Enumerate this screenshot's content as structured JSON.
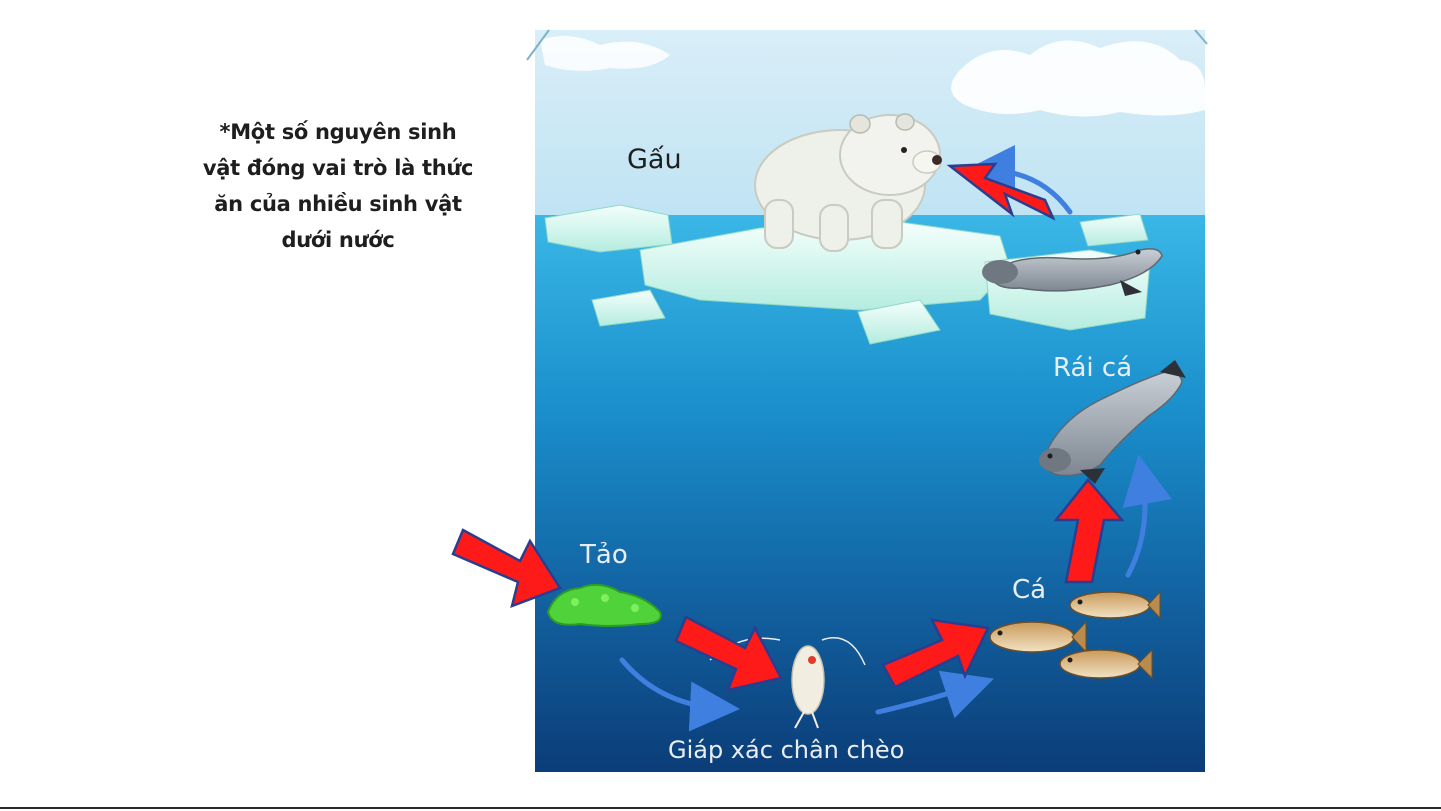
{
  "caption": {
    "lines": [
      "*Một số nguyên sinh",
      "vật đóng vai trò là thức",
      "ăn của nhiều sinh vật",
      "dưới nước"
    ]
  },
  "diagram": {
    "labels": {
      "bear": "Gấu",
      "otter": "Rái cá",
      "algae": "Tảo",
      "fish": "Cá",
      "copepod": "Giáp xác chân chèo"
    },
    "colors": {
      "sky_top": "#cfe9f5",
      "water_top": "#3bb5e3",
      "water_bottom": "#0b3f7a",
      "arrow_red": "#ff1a1a",
      "arrow_outline": "#2a3d8f",
      "flow_arrow": "#3f7fe0",
      "algae_green": "#4fd23a"
    },
    "icons": {
      "bear": "polar-bear-icon",
      "seal": "seal-icon",
      "algae": "algae-icon",
      "copepod": "copepod-icon",
      "fish": "fish-icon"
    }
  }
}
